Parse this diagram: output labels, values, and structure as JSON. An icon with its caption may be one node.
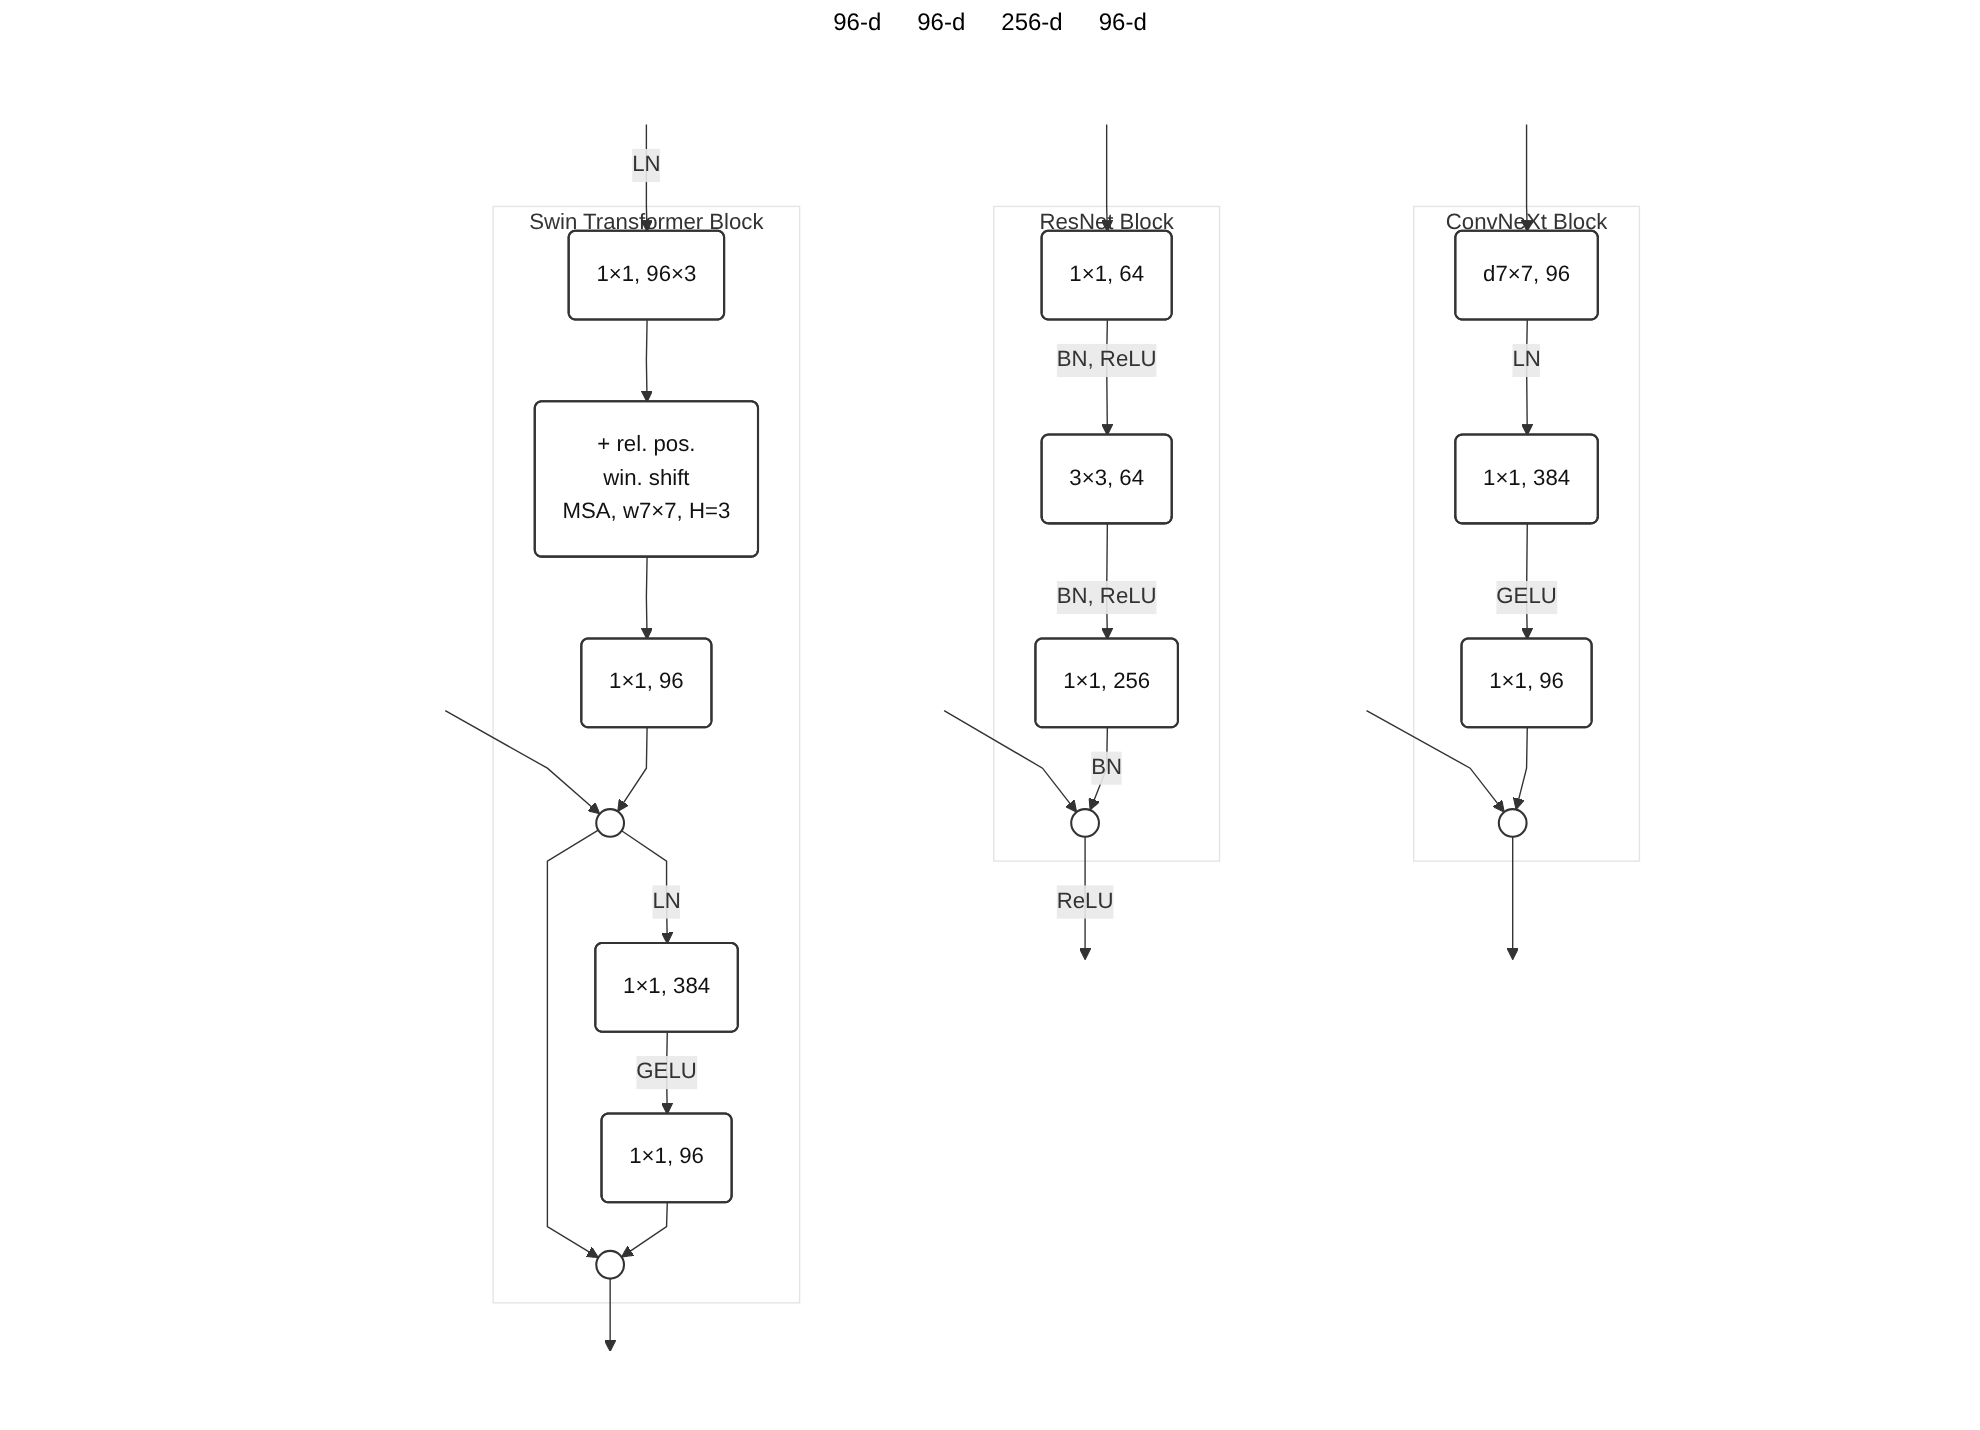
{
  "diagram": {
    "nodes": [
      {
        "text": [
          "Swin Transformer Block"
        ]
      },
      {
        "text": [
          "1×1, 96×3"
        ],
        "in": 0
      },
      {
        "text": [
          "+ rel. pos.",
          "win. shift",
          "MSA, w7×7, H=3"
        ],
        "in": 0
      },
      {
        "text": [
          "1×1, 96"
        ],
        "in": 0
      },
      {
        "text": [],
        "shape": "circle",
        "in": 0
      },
      {
        "text": [
          "1×1, 384"
        ],
        "in": 0
      },
      {
        "text": [
          "1×1, 96"
        ],
        "in": 0
      },
      {
        "text": [],
        "shape": "circle",
        "in": 0
      },
      {
        "text": [
          "ResNet Block"
        ]
      },
      {
        "text": [
          "1×1, 64"
        ],
        "in": 8
      },
      {
        "text": [
          "3×3, 64"
        ],
        "in": 8
      },
      {
        "text": [
          "1×1, 256"
        ],
        "in": 8
      },
      {
        "text": [],
        "shape": "circle",
        "in": 8
      },
      {
        "text": [
          "ConvNeXt Block"
        ]
      },
      {
        "text": [
          "d7×7, 96"
        ],
        "in": 13
      },
      {
        "text": [
          "1×1, 384"
        ],
        "in": 13
      },
      {
        "text": [
          "1×1, 96"
        ],
        "in": 13
      },
      {
        "text": [],
        "shape": "circle",
        "in": 13
      }
    ],
    "edges": [
      {
        "from": null,
        "to": 1,
        "arrow": "to",
        "label": "LN"
      },
      {
        "from": null,
        "to": 4,
        "arrow": "to"
      },
      {
        "from": 1,
        "to": 2,
        "arrow": "to"
      },
      {
        "from": 2,
        "to": 3,
        "arrow": "to"
      },
      {
        "from": 3,
        "to": 4,
        "arrow": "to"
      },
      {
        "from": 4,
        "to": 5,
        "arrow": "to",
        "label": "LN"
      },
      {
        "from": 4,
        "to": 7,
        "arrow": "to"
      },
      {
        "from": 5,
        "to": 6,
        "arrow": "to",
        "label": "GELU"
      },
      {
        "from": 6,
        "to": 7,
        "arrow": "to"
      },
      {
        "from": 7,
        "to": null,
        "arrow": "to"
      },
      {
        "from": null,
        "to": 9,
        "arrow": "to"
      },
      {
        "from": null,
        "to": 12,
        "arrow": "to"
      },
      {
        "from": 9,
        "to": 10,
        "arrow": "to",
        "label": "BN, ReLU"
      },
      {
        "from": 10,
        "to": 11,
        "arrow": "to",
        "label": "BN, ReLU"
      },
      {
        "from": 11,
        "to": 12,
        "arrow": "to",
        "label": "BN"
      },
      {
        "from": 12,
        "to": null,
        "arrow": "to",
        "label": "ReLU"
      },
      {
        "from": null,
        "to": 14,
        "arrow": "to"
      },
      {
        "from": null,
        "to": 17,
        "arrow": "to"
      },
      {
        "from": 14,
        "to": 15,
        "arrow": "to",
        "label": "LN"
      },
      {
        "from": 15,
        "to": 16,
        "arrow": "to",
        "label": "GELU"
      },
      {
        "from": 16,
        "to": 17,
        "arrow": "to"
      },
      {
        "from": 17,
        "to": null,
        "arrow": "to"
      }
    ],
    "labels": [
      "96-d",
      "96-d",
      "256-d",
      "96-d"
    ]
  }
}
